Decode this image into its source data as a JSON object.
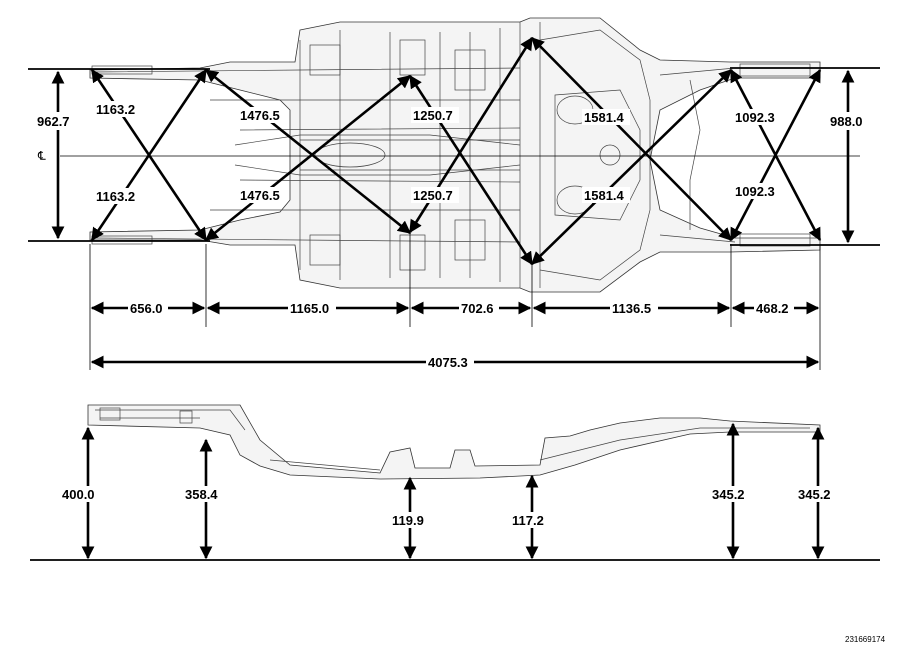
{
  "figure_number": "231669174",
  "centerline_symbol": "℄",
  "plan_view": {
    "crossbrace_front": [
      "1163.2",
      "1163.2"
    ],
    "crossbrace_front_mid": [
      "1476.5",
      "1476.5"
    ],
    "crossbrace_center": [
      "1250.7",
      "1250.7"
    ],
    "crossbrace_rear_mid": [
      "1581.4",
      "1581.4"
    ],
    "crossbrace_rear": [
      "1092.3",
      "1092.3"
    ],
    "width_front": "962.7",
    "width_rear": "988.0",
    "segments": [
      "656.0",
      "1165.0",
      "702.6",
      "1136.5",
      "468.2"
    ],
    "overall_length": "4075.3"
  },
  "side_view": {
    "heights": [
      "400.0",
      "358.4",
      "119.9",
      "117.2",
      "345.2",
      "345.2"
    ]
  }
}
